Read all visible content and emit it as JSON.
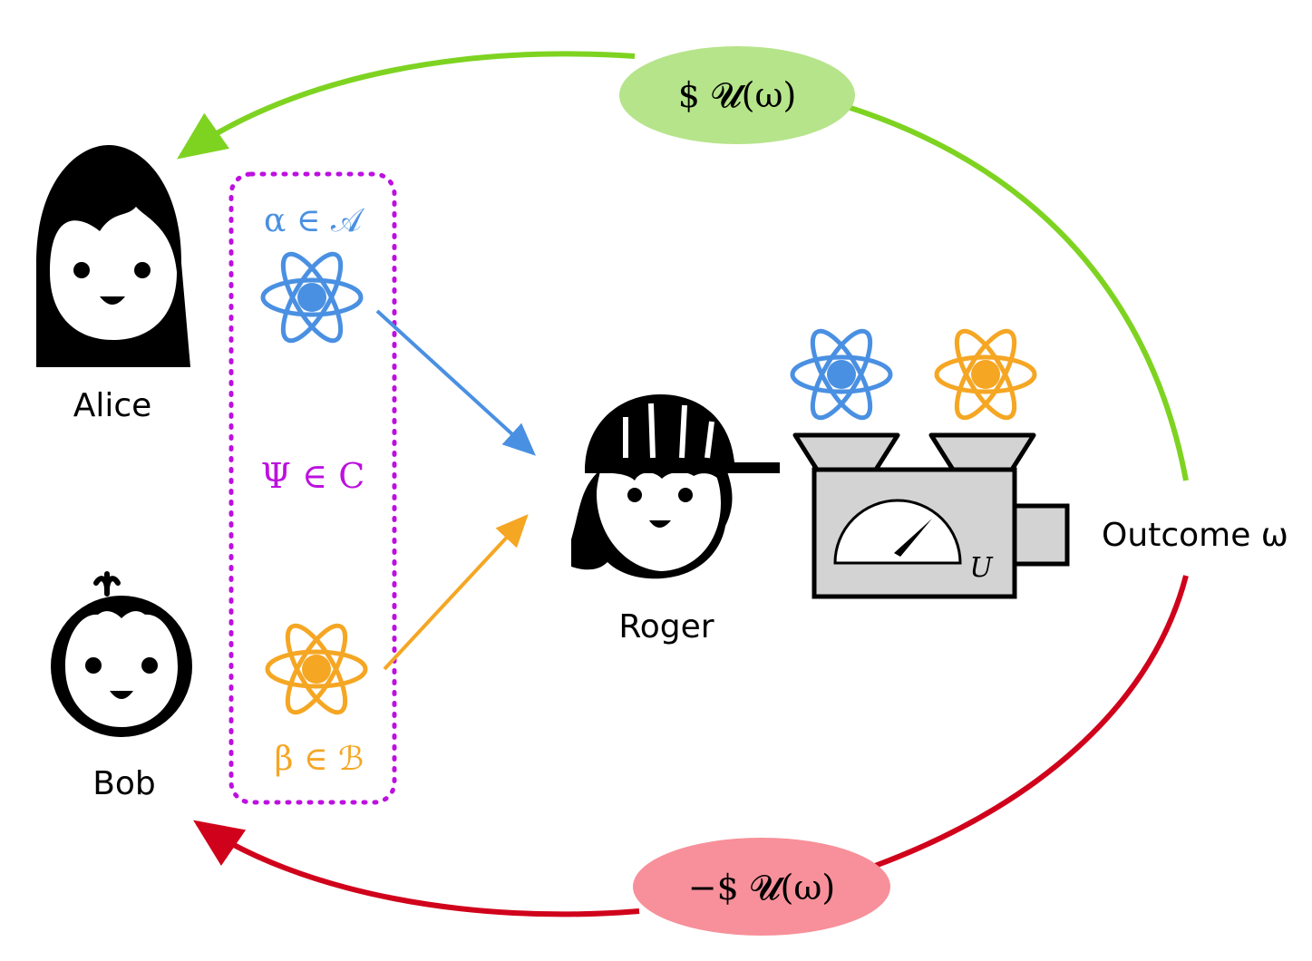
{
  "colors": {
    "green": "#7ED321",
    "green_fill": "#B6E48A",
    "red": "#D0021B",
    "red_fill": "#F7909A",
    "blue": "#4A90E2",
    "orange": "#F5A623",
    "purple": "#BD10E0",
    "machine_fill": "#D3D3D3",
    "black": "#000000"
  },
  "people": {
    "alice": {
      "name": "Alice",
      "icon": "girl-face-icon"
    },
    "bob": {
      "name": "Bob",
      "icon": "boy-face-icon"
    },
    "roger": {
      "name": "Roger",
      "icon": "boy-with-cap-icon"
    }
  },
  "state_box": {
    "alpha": "α ∈ 𝒜",
    "psi": "Ψ ∈ C",
    "beta": "β ∈ ℬ"
  },
  "machine": {
    "label": "U",
    "icon": "measurement-machine-icon"
  },
  "outcome": {
    "label": "Outcome ω"
  },
  "payoffs": {
    "alice_payoff": "$ 𝓤(ω)",
    "bob_payoff": "−$ 𝓤(ω)"
  }
}
